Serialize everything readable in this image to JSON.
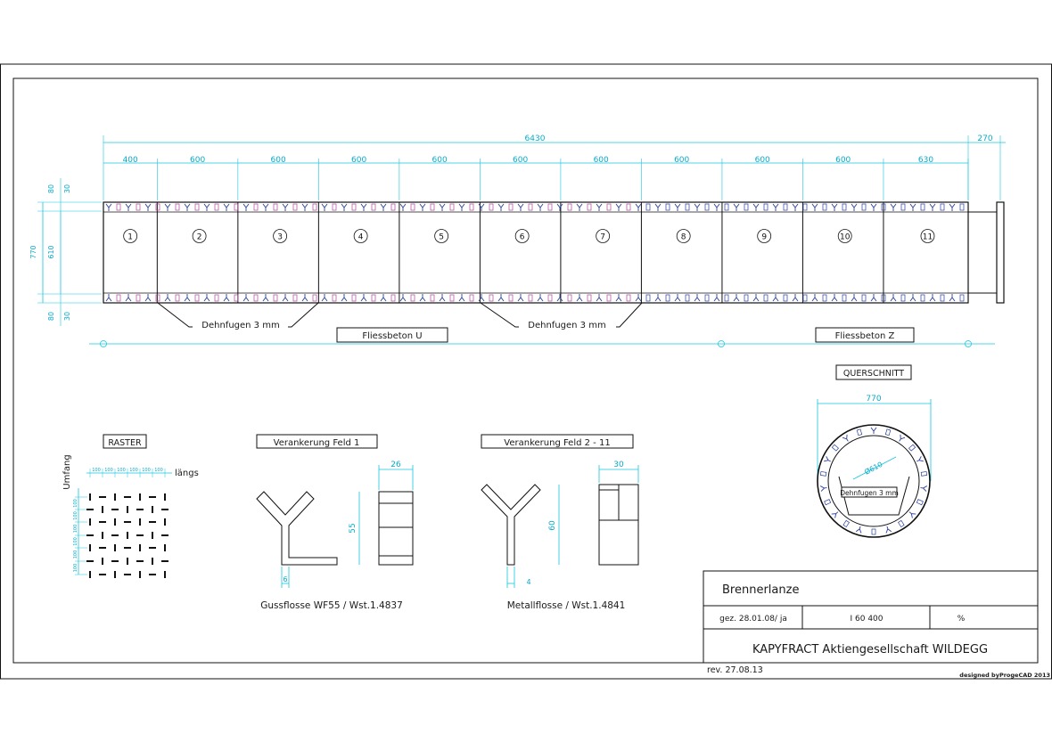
{
  "colors": {
    "line": "#111111",
    "dimension": "#16c6e0",
    "anchor": "#2a3fa0",
    "anchor_alt": "#b0489a"
  },
  "main_view": {
    "total_length": "6430",
    "end_length": "270",
    "segment_lengths": [
      "400",
      "600",
      "600",
      "600",
      "600",
      "600",
      "600",
      "600",
      "600",
      "600",
      "630"
    ],
    "field_numbers": [
      "1",
      "2",
      "3",
      "4",
      "5",
      "6",
      "7",
      "8",
      "9",
      "10",
      "11"
    ],
    "left_dims": {
      "top_outer": "80",
      "top_inner": "30",
      "height_outer": "770",
      "height_inner": "610",
      "bottom_outer": "80",
      "bottom_inner": "30"
    },
    "joint_label_left": "Dehnfugen 3 mm",
    "joint_label_right": "Dehnfugen 3 mm",
    "concrete_u": "Fliessbeton U",
    "concrete_z": "Fliessbeton Z"
  },
  "cross_section": {
    "title": "QUERSCHNITT",
    "diameter": "770",
    "inner_diameter": "Ø610",
    "joint_label": "Dehnfugen 3 mm"
  },
  "raster": {
    "title": "RASTER",
    "dir_circumference": "Umfang",
    "dir_longitudinal": "längs",
    "spacing": "100"
  },
  "anchor_field1": {
    "title": "Verankerung Feld 1",
    "width": "26",
    "height": "55",
    "thickness": "6",
    "caption": "Gussflosse WF55 / Wst.1.4837"
  },
  "anchor_field2": {
    "title": "Verankerung Feld 2 - 11",
    "width": "30",
    "height": "60",
    "thickness": "4",
    "caption": "Metallflosse  / Wst.1.4841"
  },
  "title_block": {
    "name": "Brennerlanze",
    "drawn": "gez. 28.01.08/ ja",
    "number": "I 60 400",
    "scale": "%",
    "company": "KAPYFRACT Aktiengesellschaft WILDEGG",
    "revision": "rev. 27.08.13",
    "software": "designed byProgeCAD 2013"
  }
}
